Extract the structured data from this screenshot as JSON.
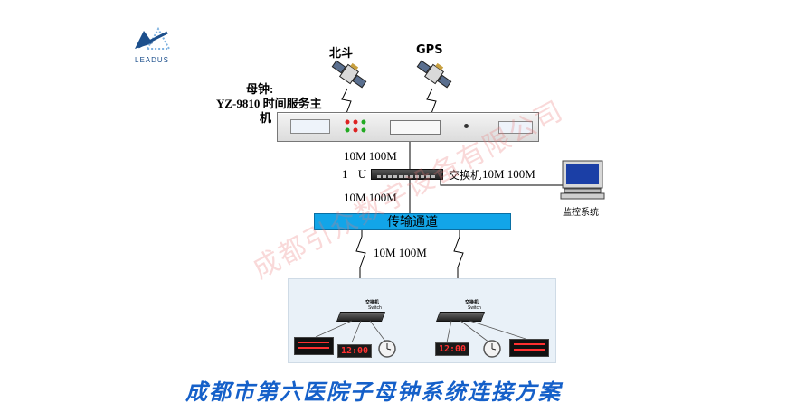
{
  "logo": {
    "text": "LEADUS",
    "icon": "leadus-logo-icon"
  },
  "satellites": [
    {
      "label": "北斗",
      "icon": "satellite-icon"
    },
    {
      "label": "GPS",
      "icon": "satellite-icon"
    }
  ],
  "master_clock": {
    "title": "母钟:",
    "model_line": "YZ-9810 时间服务主",
    "model_tail": "机"
  },
  "links": {
    "server_to_switch": "10M 100M",
    "rack_unit": "1 U",
    "switch_label": "交换机",
    "switch_to_monitor": "10M 100M",
    "switch_to_transport": "10M 100M",
    "transport_to_site": "10M 100M"
  },
  "monitor": {
    "label": "监控系统",
    "icon": "computer-monitor-icon"
  },
  "transport_bar": {
    "label": "传输通道"
  },
  "site_switches": [
    {
      "label": "交换机",
      "sub": "Switch"
    },
    {
      "label": "交换机",
      "sub": "Switch"
    }
  ],
  "clock_digits": [
    "12:00",
    "12:00"
  ],
  "watermark": "成都引众数字设备有限公司",
  "footer_title": "成都市第六医院子母钟系统连接方案",
  "colors": {
    "accent": "#12a5e8",
    "footer": "#1560c9",
    "watermark": "#eb7878"
  }
}
